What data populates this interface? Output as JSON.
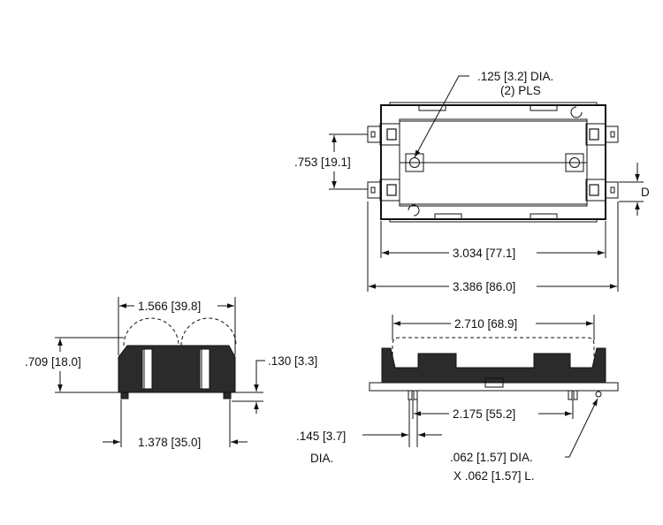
{
  "diagram": {
    "top_view": {
      "hole_callout_line1": ".125 [3.2] DIA.",
      "hole_callout_line2": "(2) PLS",
      "height_dim": ".753 [19.1]",
      "d_label": "D",
      "inner_width_dim": "3.034 [77.1]",
      "outer_width_dim": "3.386 [86.0]"
    },
    "side_view": {
      "top_width_dim": "1.566 [39.8]",
      "height_dim": ".709 [18.0]",
      "pin_length_dim": ".130 [3.3]",
      "bottom_width_dim": "1.378 [35.0]"
    },
    "front_view": {
      "cell_length_dim": "2.710 [68.9]",
      "pin_spacing_dim": "2.175 [55.2]",
      "pin_dia_line1": ".145 [3.7]",
      "pin_dia_line2": "DIA.",
      "small_pin_line1": ".062 [1.57] DIA.",
      "small_pin_line2": "X .062 [1.57] L."
    }
  }
}
